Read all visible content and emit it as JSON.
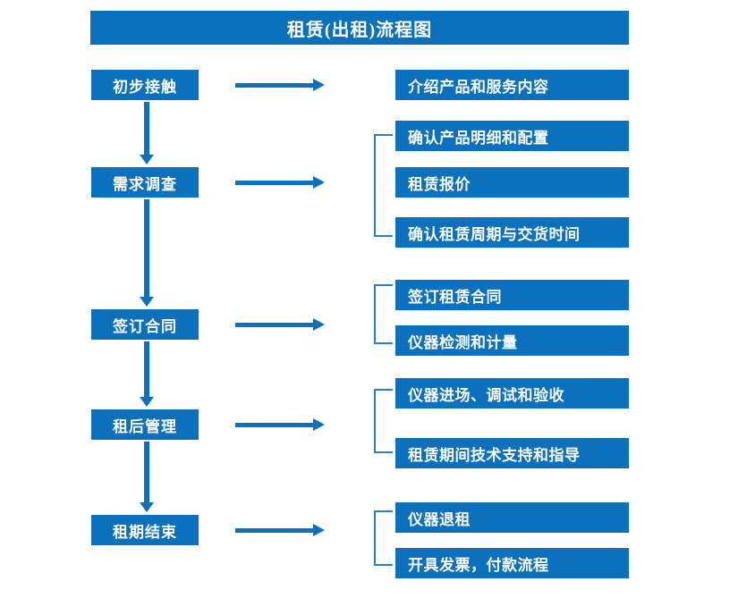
{
  "diagram": {
    "title": "租赁(出租)流程图",
    "accent_color": "#0b71bc",
    "bracket_color": "#2d7fc1",
    "text_color": "#ffffff",
    "background_color": "#ffffff"
  },
  "stages": [
    {
      "label": "初步接触"
    },
    {
      "label": "需求调查"
    },
    {
      "label": "签订合同"
    },
    {
      "label": "租后管理"
    },
    {
      "label": "租期结束"
    }
  ],
  "details": [
    {
      "label": "介绍产品和服务内容"
    },
    {
      "label": "确认产品明细和配置"
    },
    {
      "label": "租赁报价"
    },
    {
      "label": "确认租赁周期与交货时间"
    },
    {
      "label": "签订租赁合同"
    },
    {
      "label": "仪器检测和计量"
    },
    {
      "label": "仪器进场、调试和验收"
    },
    {
      "label": "租赁期间技术支持和指导"
    },
    {
      "label": "仪器退租"
    },
    {
      "label": "开具发票，付款流程"
    }
  ],
  "connectors": {
    "horizontal_arrow_icon": "arrow-right-icon",
    "vertical_arrow_icon": "arrow-down-icon",
    "bracket_icon": "group-bracket-icon"
  },
  "chart_data": {
    "type": "diagram",
    "title": "租赁(出租)流程图",
    "flow": [
      {
        "stage": "初步接触",
        "details": [
          "介绍产品和服务内容"
        ],
        "grouped": false
      },
      {
        "stage": "需求调查",
        "details": [
          "确认产品明细和配置",
          "租赁报价",
          "确认租赁周期与交货时间"
        ],
        "grouped": true
      },
      {
        "stage": "签订合同",
        "details": [
          "签订租赁合同",
          "仪器检测和计量"
        ],
        "grouped": true
      },
      {
        "stage": "租后管理",
        "details": [
          "仪器进场、调试和验收",
          "租赁期间技术支持和指导"
        ],
        "grouped": true
      },
      {
        "stage": "租期结束",
        "details": [
          "仪器退租",
          "开具发票，付款流程"
        ],
        "grouped": true
      }
    ],
    "sequence": [
      "初步接触",
      "需求调查",
      "签订合同",
      "租后管理",
      "租期结束"
    ]
  }
}
